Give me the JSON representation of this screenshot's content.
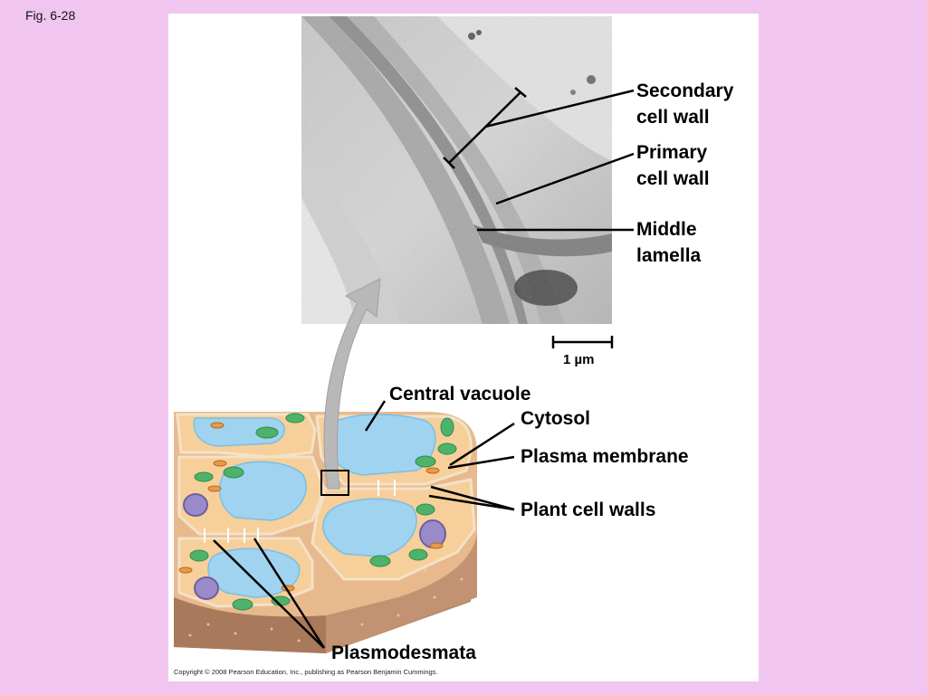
{
  "figure_label": "Fig. 6-28",
  "micrograph_labels": {
    "secondary_wall": [
      "Secondary",
      "cell wall"
    ],
    "primary_wall": [
      "Primary",
      "cell wall"
    ],
    "middle_lamella": [
      "Middle",
      "lamella"
    ]
  },
  "scale_bar": "1 µm",
  "cell_labels": {
    "central_vacuole": "Central vacuole",
    "cytosol": "Cytosol",
    "plasma_membrane": "Plasma membrane",
    "plant_cell_walls": "Plant cell walls",
    "plasmodesmata": "Plasmodesmata"
  },
  "copyright": "Copyright © 2008 Pearson Education, Inc., publishing as Pearson Benjamin Cummings.",
  "colors": {
    "background": "#f0c6f0",
    "cytoplasm": "#f7cf9a",
    "vacuole": "#9fd3ef",
    "chloroplast": "#4db36b",
    "nucleus": "#9b8ac9",
    "wall_side": "#b98a6a",
    "arrow": "#b8b8b8"
  }
}
